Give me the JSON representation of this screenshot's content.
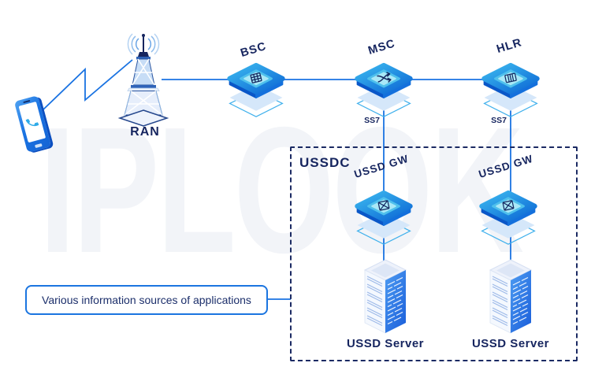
{
  "diagram": {
    "watermark": "IPLOOK",
    "colors": {
      "accent_line": "#1a73e2",
      "navy_text": "#16255f",
      "node_blue": "#1273de",
      "node_inner_cyan": "#a9e8f7",
      "dashed_border": "#1b2a63",
      "watermark_gray": "#f2f4f8"
    },
    "ran": {
      "label": "RAN"
    },
    "bsc": {
      "label": "BSC"
    },
    "msc": {
      "label": "MSC",
      "ss7": "SS7"
    },
    "hlr": {
      "label": "HLR",
      "ss7": "SS7"
    },
    "ussdc": {
      "label": "USSDC"
    },
    "ussd_gw_1": {
      "label": "USSD GW"
    },
    "ussd_gw_2": {
      "label": "USSD GW"
    },
    "ussd_server_1": {
      "label": "USSD Server"
    },
    "ussd_server_2": {
      "label": "USSD Server"
    },
    "callout": {
      "text": "Various information sources of applications"
    }
  }
}
